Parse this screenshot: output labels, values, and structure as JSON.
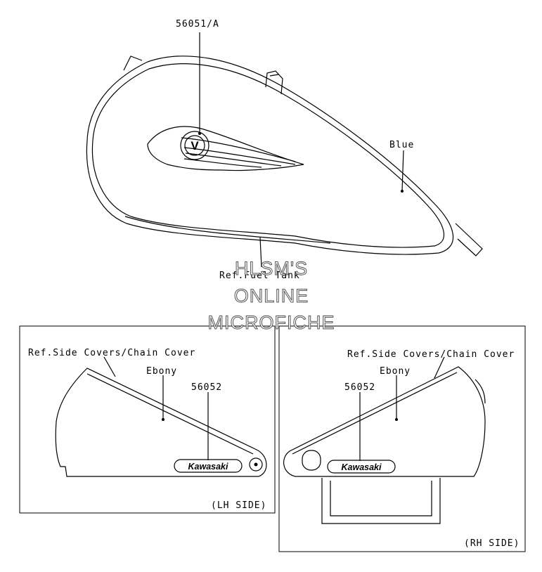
{
  "labels": {
    "tank_part": "56051/A",
    "tank_color": "Blue",
    "tank_ref": "Ref.Fuel Tank",
    "lh_ref": "Ref.Side Covers/Chain Cover",
    "lh_color": "Ebony",
    "lh_part": "56052",
    "lh_side": "(LH SIDE)",
    "rh_ref": "Ref.Side Covers/Chain Cover",
    "rh_color": "Ebony",
    "rh_part": "56052",
    "rh_side": "(RH SIDE)"
  },
  "watermark": {
    "line1": "HLSM'S",
    "line2": "ONLINE",
    "line3": "MICROFICHE"
  },
  "decal": {
    "lh_logo": "Kawasaki",
    "rh_logo": "Kawasaki",
    "emblem_letter": "V"
  }
}
